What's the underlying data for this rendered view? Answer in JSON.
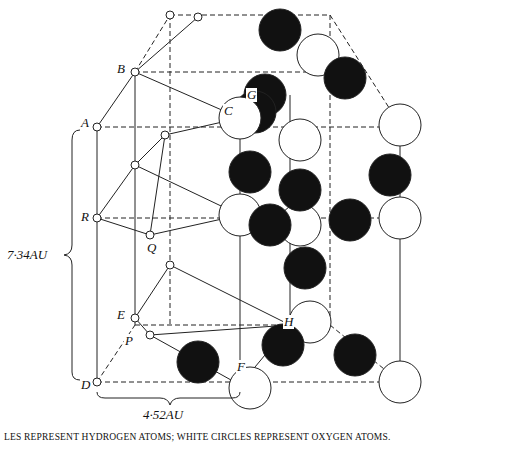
{
  "diagram": {
    "caption": "LES REPRESENT HYDROGEN ATOMS; WHITE CIRCLES REPRESENT OXYGEN ATOMS.",
    "labels": [
      "B",
      "A",
      "G",
      "C",
      "R",
      "Q",
      "7·34AU",
      "E",
      "P",
      "H",
      "D",
      "F",
      "4·52AU"
    ]
  }
}
